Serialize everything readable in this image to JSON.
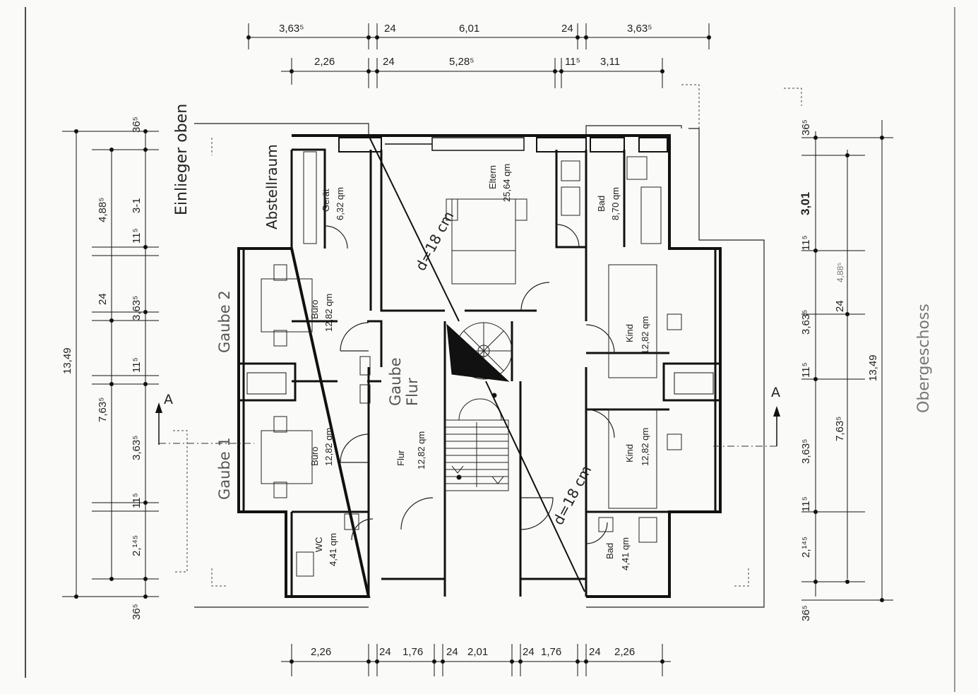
{
  "title": "Obergeschoss",
  "note_top": "Einlieger oben",
  "dims_top_row1": [
    "3,63⁵",
    "24",
    "6,01",
    "24",
    "3,63⁵"
  ],
  "dims_top_row2": [
    "2,26",
    "24",
    "5,28⁵",
    "11⁵",
    "3,11"
  ],
  "dims_bottom": [
    "2,26",
    "24",
    "1,76",
    "24",
    "2,01",
    "24",
    "1,76",
    "24",
    "2,26"
  ],
  "dims_left": {
    "total": "13,49",
    "a": "4,88⁵",
    "b": "7,63⁵",
    "c": "3,63⁵",
    "d": "3,63⁵",
    "e": "24",
    "f": "11⁵",
    "g": "11⁵",
    "h": "11⁵",
    "i": "2,¹⁴⁵",
    "j": "3-1",
    "k": "36⁵",
    "l": "36⁵"
  },
  "dims_right": {
    "total": "13,49",
    "a": "3,01",
    "b": "4,88⁵",
    "c": "7,63⁵",
    "d": "3,63⁵",
    "e": "3,63⁵",
    "f": "24",
    "g": "11⁵",
    "h": "11⁵",
    "i": "11⁵",
    "j": "2,¹⁴⁵",
    "k": "36⁵",
    "l": "36⁵"
  },
  "rooms": {
    "geraet": {
      "name": "Gerät",
      "area": "6,32 qm"
    },
    "eltern": {
      "name": "Eltern",
      "area": "25,64 qm"
    },
    "bad_top": {
      "name": "Bad",
      "area": "8,70 qm"
    },
    "buero1": {
      "name": "Büro",
      "area": "12,82 qm"
    },
    "buero2": {
      "name": "Büro",
      "area": "12,82 qm"
    },
    "flur": {
      "name": "Flur",
      "area": "12,82 qm"
    },
    "kind1": {
      "name": "Kind",
      "area": "12,82 qm"
    },
    "kind2": {
      "name": "Kind",
      "area": "12,82 qm"
    },
    "wc": {
      "name": "WC",
      "area": "4,41 qm"
    },
    "bad_bottom": {
      "name": "Bad",
      "area": "4,41 qm"
    }
  },
  "handwritten": {
    "abstellraum": "Abstellraum",
    "gaube2": "Gaube 2",
    "gaube1": "Gaube 1",
    "gaube_flur": "Gaube Flur",
    "d_top": "d=18 cm",
    "d_bottom": "d=18 cm",
    "section_a": "A"
  }
}
